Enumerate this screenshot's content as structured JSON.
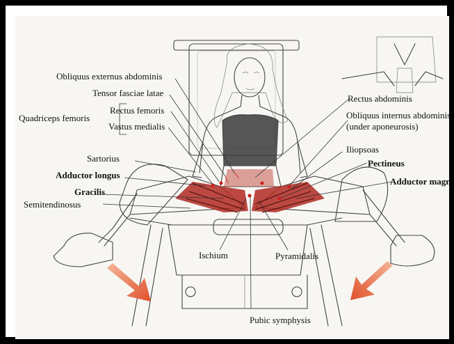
{
  "labels": {
    "obliquus_externus": "Obliquus externus abdominis",
    "tensor_fasciae": "Tensor fasciae latae",
    "quadriceps_group": "Quadriceps femoris",
    "rectus_femoris": "Rectus femoris",
    "vastus_medialis": "Vastus medialis",
    "sartorius": "Sartorius",
    "adductor_longus": "Adductor longus",
    "gracilis": "Gracilis",
    "semitendinosus": "Semitendinosus",
    "rectus_abdominis": "Rectus abdominis",
    "obliquus_internus_1": "Obliquus internus abdominis",
    "obliquus_internus_2": "(under aponeurosis)",
    "iliopsoas": "Iliopsoas",
    "pectineus": "Pectineus",
    "adductor_magnus": "Adductor magnus",
    "ischium": "Ischium",
    "pyramidalis": "Pyramidalis",
    "pubic_symphysis": "Pubic symphysis"
  },
  "colors": {
    "muscle": "#b02a22",
    "arrow": "#e0502a",
    "border": "#000000"
  }
}
